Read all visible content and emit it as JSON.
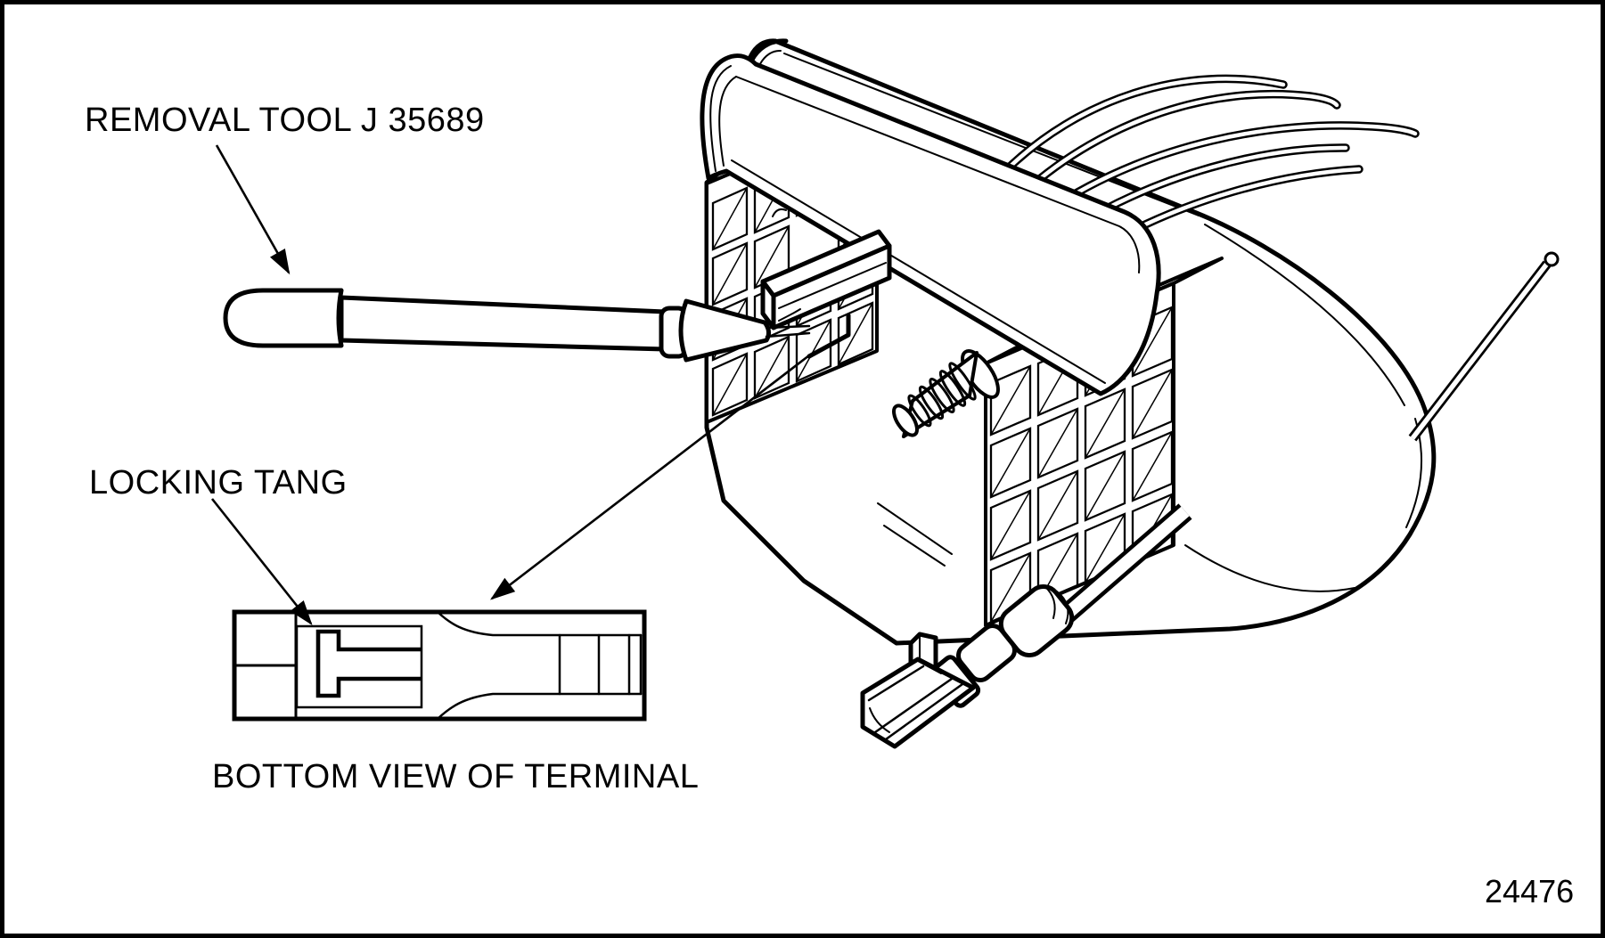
{
  "page": {
    "background": "#ffffff",
    "line_color": "#000000"
  },
  "labels": {
    "removal_tool": "REMOVAL TOOL J 35689",
    "locking_tang": "LOCKING TANG",
    "bottom_view": "BOTTOM VIEW OF TERMINAL",
    "figure_number": "24476"
  }
}
